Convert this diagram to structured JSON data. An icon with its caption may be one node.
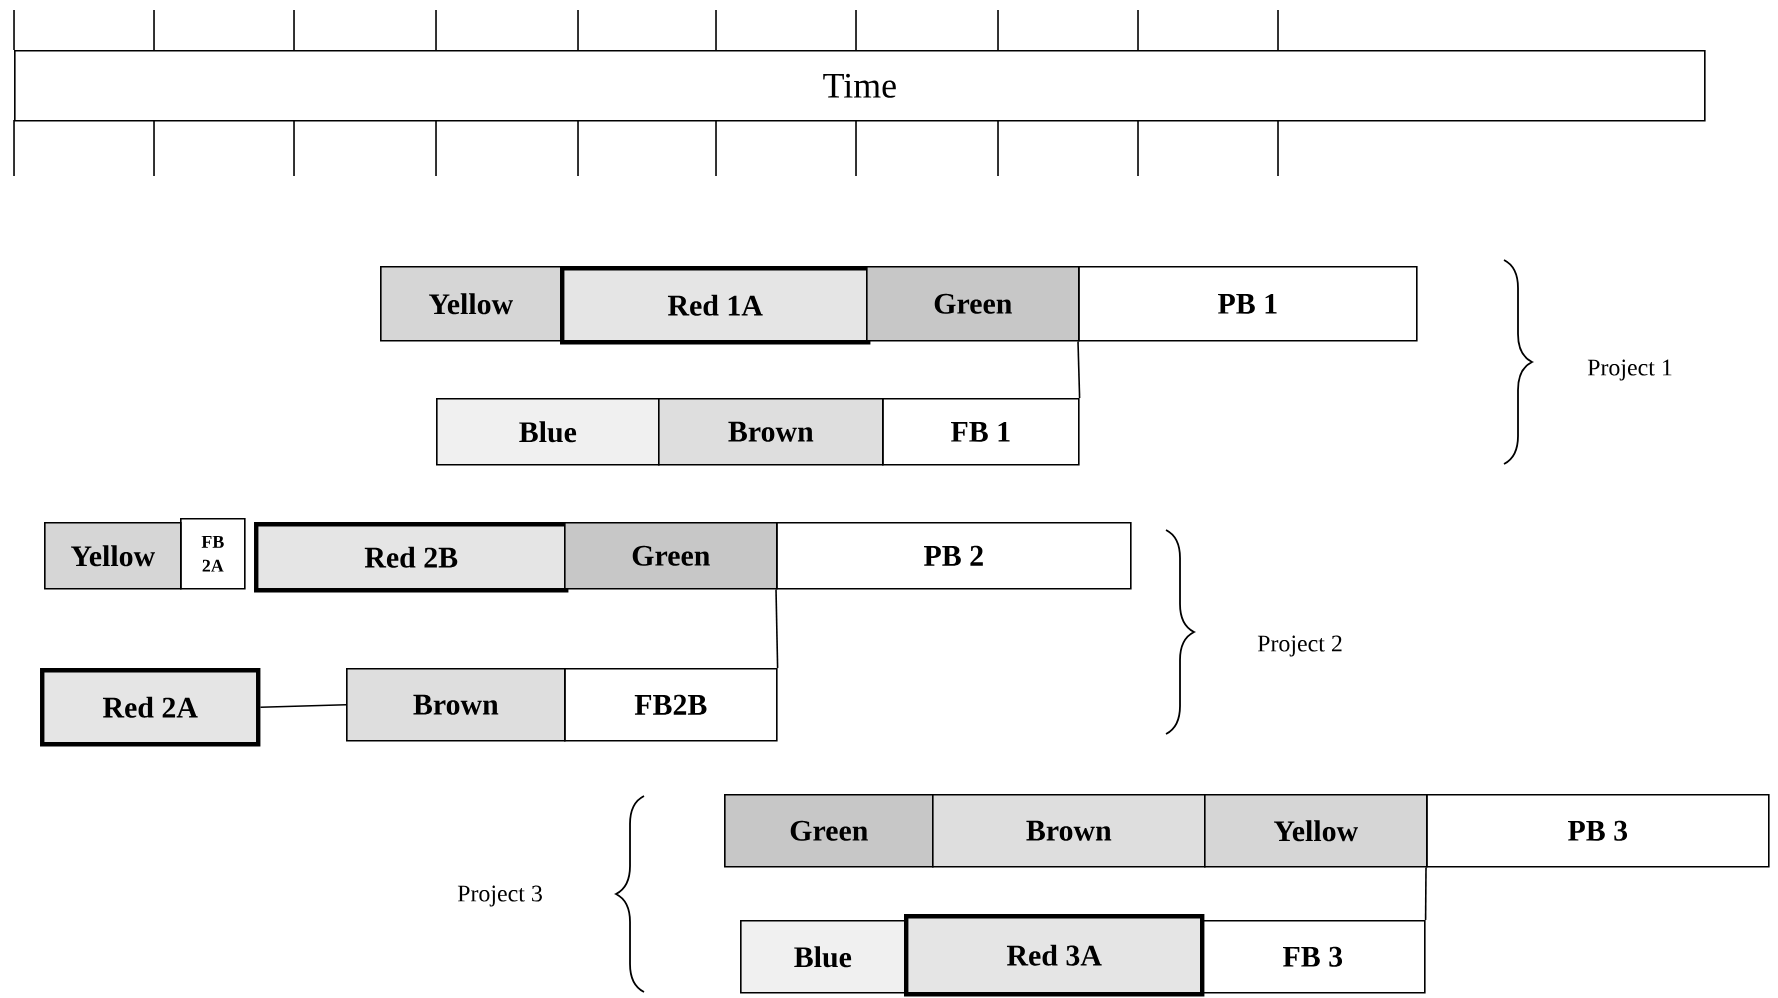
{
  "diagram": {
    "nodes": [
      {
        "text": [
          "Time"
        ]
      },
      {
        "text": [
          "Yellow"
        ]
      },
      {
        "text": [
          "Red 1A"
        ]
      },
      {
        "text": [
          "Green"
        ]
      },
      {
        "text": [
          "PB 1"
        ]
      },
      {
        "text": [
          "Blue"
        ]
      },
      {
        "text": [
          "Brown"
        ]
      },
      {
        "text": [
          "FB 1"
        ]
      },
      {
        "text": [
          "Yellow"
        ]
      },
      {
        "text": [
          "FB 2A"
        ]
      },
      {
        "text": [
          "Red 2B"
        ]
      },
      {
        "text": [
          "Green"
        ]
      },
      {
        "text": [
          "PB 2"
        ]
      },
      {
        "text": [
          "Red 2A"
        ]
      },
      {
        "text": [
          "Brown"
        ]
      },
      {
        "text": [
          "FB2B"
        ]
      },
      {
        "text": [
          "Green"
        ]
      },
      {
        "text": [
          "Brown"
        ]
      },
      {
        "text": [
          "Yellow"
        ]
      },
      {
        "text": [
          "PB 3"
        ]
      },
      {
        "text": [
          "Blue"
        ]
      },
      {
        "text": [
          "Red 3A"
        ]
      },
      {
        "text": [
          "FB 3"
        ]
      }
    ],
    "edges": [
      {
        "from": 7,
        "to": 4,
        "arrow": "none"
      },
      {
        "from": 13,
        "to": 14,
        "arrow": "none"
      },
      {
        "from": 15,
        "to": 12,
        "arrow": "none"
      },
      {
        "from": 22,
        "to": 19,
        "arrow": "none"
      }
    ],
    "labels": [
      "Project 1",
      "Project 2",
      "Project 3"
    ]
  }
}
